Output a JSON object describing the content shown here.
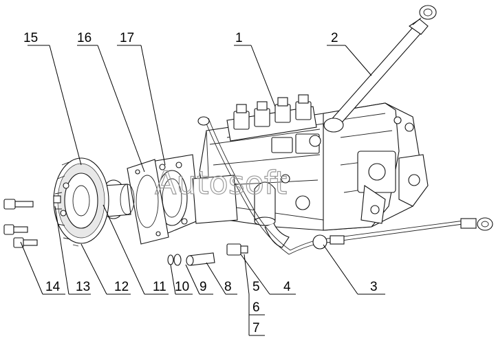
{
  "watermark": "Autosoft",
  "callouts": [
    {
      "id": "1",
      "label": "1"
    },
    {
      "id": "2",
      "label": "2"
    },
    {
      "id": "3",
      "label": "3"
    },
    {
      "id": "4",
      "label": "4"
    },
    {
      "id": "5",
      "label": "5"
    },
    {
      "id": "6",
      "label": "6"
    },
    {
      "id": "7",
      "label": "7"
    },
    {
      "id": "8",
      "label": "8"
    },
    {
      "id": "9",
      "label": "9"
    },
    {
      "id": "10",
      "label": "10"
    },
    {
      "id": "11",
      "label": "11"
    },
    {
      "id": "12",
      "label": "12"
    },
    {
      "id": "13",
      "label": "13"
    },
    {
      "id": "14",
      "label": "14"
    },
    {
      "id": "15",
      "label": "15"
    },
    {
      "id": "16",
      "label": "16"
    },
    {
      "id": "17",
      "label": "17"
    }
  ]
}
